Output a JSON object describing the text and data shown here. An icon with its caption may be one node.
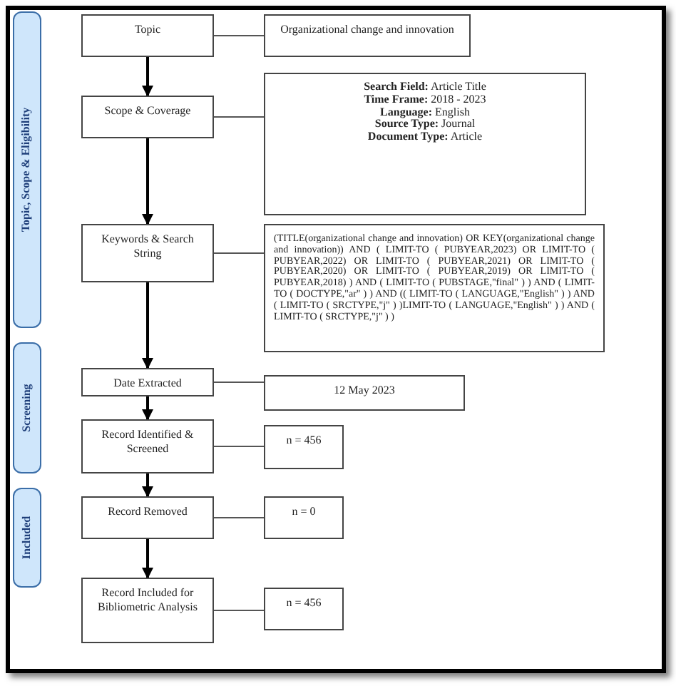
{
  "diagram": {
    "nodes": [
      {
        "text": [
          "Topic, Scope & Eligibility"
        ]
      },
      {
        "text": [
          "Screening"
        ]
      },
      {
        "text": [
          "Included"
        ]
      },
      {
        "text": [
          "Topic"
        ]
      },
      {
        "text": [
          "Organizational change and innovation"
        ]
      },
      {
        "text": [
          "Scope & Coverage"
        ]
      },
      {
        "text": [
          "**Search Field:** Article Title",
          "**Time Frame:** 2018 - 2023",
          "**Language:** English",
          "**Source Type:** Journal",
          "**Document Type:** Article"
        ]
      },
      {
        "text": [
          "Keywords & Search String"
        ]
      },
      {
        "text": [
          "(TITLE(organizational change and innovation) OR KEY(organizational change and innovation)) AND ( LIMIT-TO ( PUBYEAR,2023) OR LIMIT-TO ( PUBYEAR,2022) OR LIMIT-TO ( PUBYEAR,2021) OR LIMIT-TO ( PUBYEAR,2020) OR LIMIT-TO ( PUBYEAR,2019) OR LIMIT-TO ( PUBYEAR,2018) ) AND ( LIMIT-TO ( PUBSTAGE,\"final\" ) ) AND ( LIMIT-TO ( DOCTYPE,\"ar\" ) ) AND (( LIMIT-TO ( LANGUAGE,\"English\" ) ) AND ( LIMIT-TO ( SRCTYPE,\"j\" ) )LIMIT-TO ( LANGUAGE,\"English\" ) ) AND ( LIMIT-TO ( SRCTYPE,\"j\" ) )"
        ]
      },
      {
        "text": [
          "Date Extracted"
        ]
      },
      {
        "text": [
          "12 May 2023"
        ]
      },
      {
        "text": [
          "Record Identified & Screened"
        ]
      },
      {
        "text": [
          "n = 456"
        ]
      },
      {
        "text": [
          "Record Removed"
        ]
      },
      {
        "text": [
          "n = 0"
        ]
      },
      {
        "text": [
          "Record Included for Bibliometric Analysis"
        ]
      },
      {
        "text": [
          "n = 456"
        ]
      }
    ],
    "edges": [
      {
        "from": 3,
        "to": 4,
        "arrow": "none"
      },
      {
        "from": 3,
        "to": 5,
        "arrow": "to"
      },
      {
        "from": 5,
        "to": 6,
        "arrow": "none"
      },
      {
        "from": 5,
        "to": 7,
        "arrow": "to"
      },
      {
        "from": 7,
        "to": 8,
        "arrow": "none"
      },
      {
        "from": 7,
        "to": 9,
        "arrow": "to"
      },
      {
        "from": 9,
        "to": 10,
        "arrow": "none"
      },
      {
        "from": 9,
        "to": 11,
        "arrow": "to"
      },
      {
        "from": 11,
        "to": 12,
        "arrow": "none"
      },
      {
        "from": 11,
        "to": 13,
        "arrow": "to"
      },
      {
        "from": 13,
        "to": 14,
        "arrow": "none"
      },
      {
        "from": 13,
        "to": 15,
        "arrow": "to"
      },
      {
        "from": 15,
        "to": 16,
        "arrow": "none"
      }
    ]
  }
}
